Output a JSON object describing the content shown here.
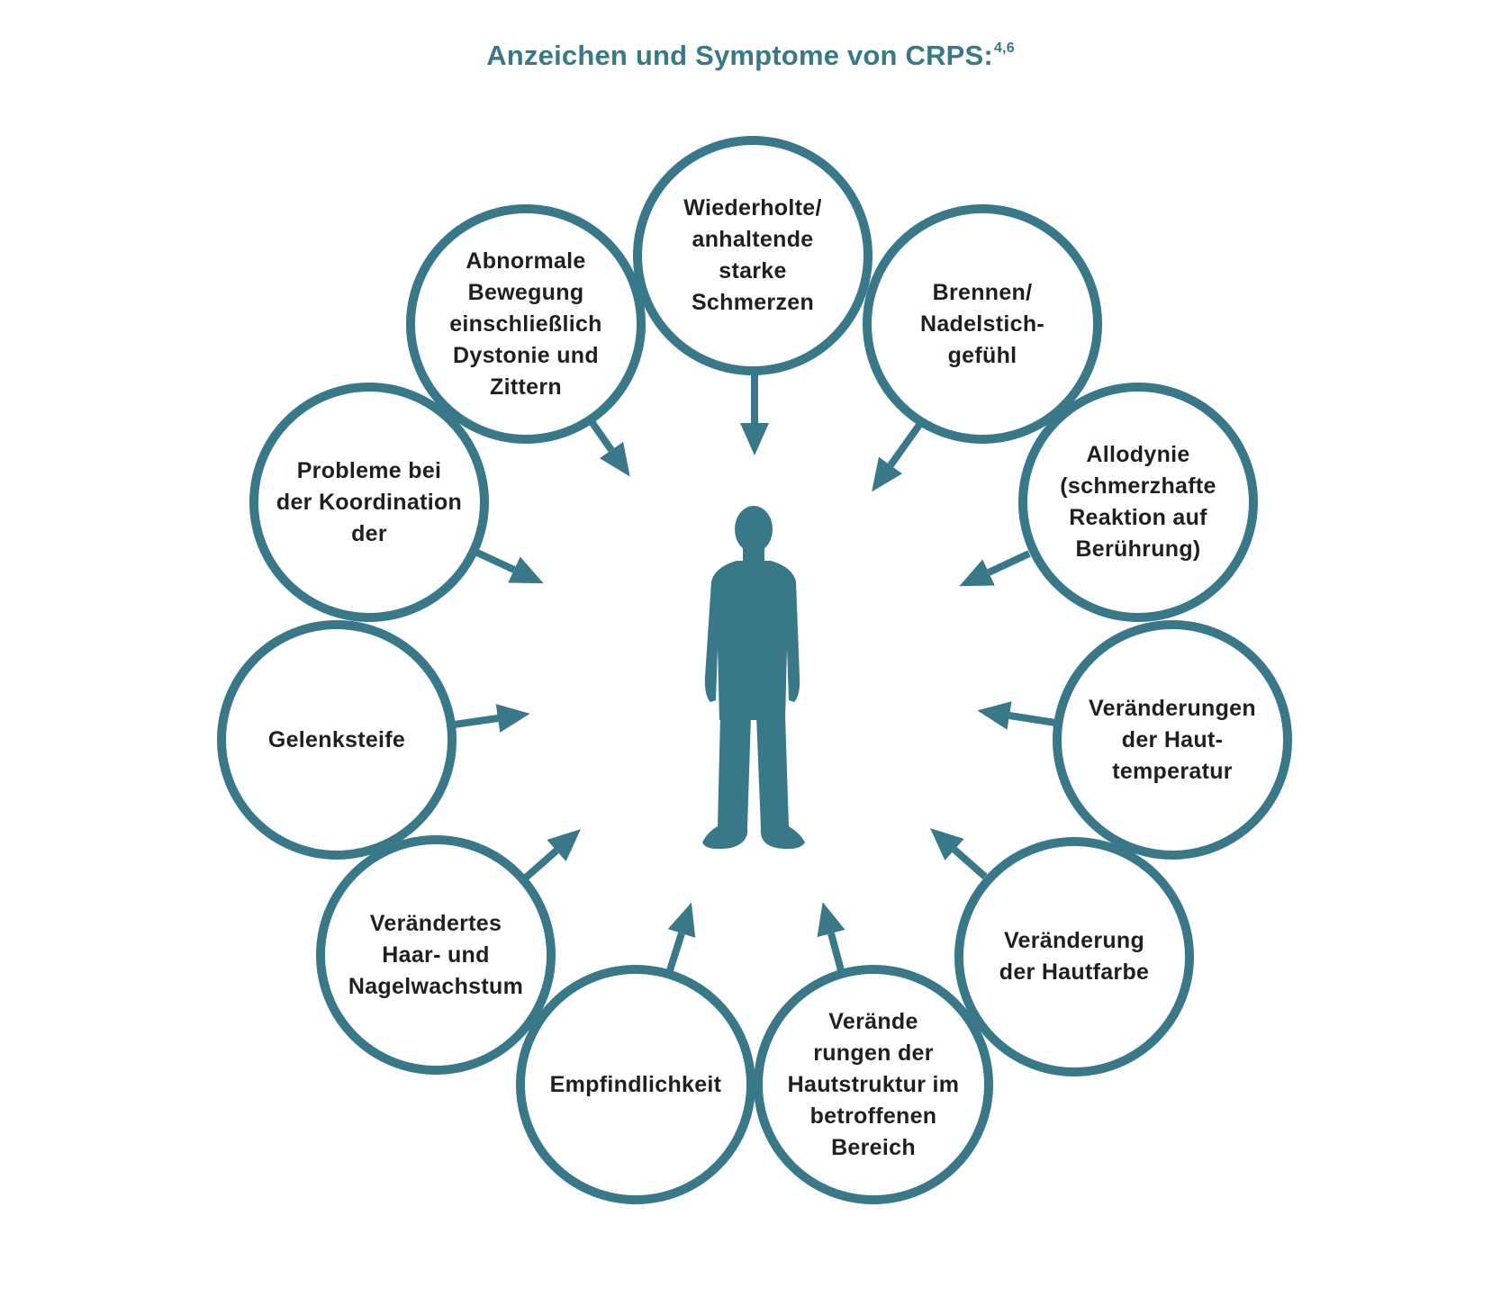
{
  "title": {
    "text": "Anzeichen und Symptome von CRPS:",
    "superscript": "4,6"
  },
  "colors": {
    "accent": "#387888",
    "text": "#1f1f1f",
    "background": "#ffffff"
  },
  "center_figure": {
    "icon": "person-silhouette-icon"
  },
  "symptoms": [
    {
      "id": "pain",
      "label": "Wiederholte/\nanhaltende\nstarke\nSchmerzen"
    },
    {
      "id": "burning",
      "label": "Brennen/\nNadelstich-\ngefühl"
    },
    {
      "id": "allodynia",
      "label": "Allodynie\n(schmerzhafte\nReaktion auf\nBerührung)"
    },
    {
      "id": "skin-temperature",
      "label": "Veränderungen\nder Haut-\ntemperatur"
    },
    {
      "id": "skin-color",
      "label": "Veränderung\nder Hautfarbe"
    },
    {
      "id": "skin-structure",
      "label": "Verände\nrungen der\nHautstruktur im\nbetroffenen\nBereich"
    },
    {
      "id": "sensitivity",
      "label": "Empfindlichkeit"
    },
    {
      "id": "hair-nail",
      "label": "Verändertes\nHaar- und\nNagelwachstum"
    },
    {
      "id": "joint-stiffness",
      "label": "Gelenksteife"
    },
    {
      "id": "coordination",
      "label": "Probleme bei\nder Koordination\nder"
    },
    {
      "id": "movement",
      "label": "Abnormale\nBewegung\neinschließlich\nDystonie und\nZittern"
    }
  ]
}
